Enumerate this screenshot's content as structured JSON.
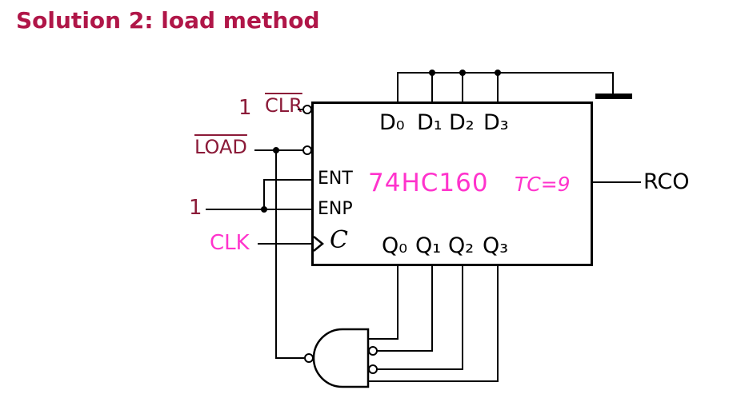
{
  "title": "Solution 2: load method",
  "colors": {
    "title": "#b01648",
    "signal_label": "#8b1a38",
    "highlight": "#ff33cc",
    "wire": "#000000"
  },
  "signals": {
    "clr_constant": "1",
    "clr": "CLR",
    "load": "LOAD",
    "en_constant": "1",
    "clk": "CLK",
    "rco": "RCO"
  },
  "chip": {
    "part_number": "74HC160",
    "terminal_count": "TC=9",
    "d_pins": [
      "D₀",
      "D₁",
      "D₂",
      "D₃"
    ],
    "q_pins": [
      "Q₀",
      "Q₁",
      "Q₂",
      "Q₃"
    ],
    "ent": "ENT",
    "enp": "ENP",
    "clock": "C"
  }
}
